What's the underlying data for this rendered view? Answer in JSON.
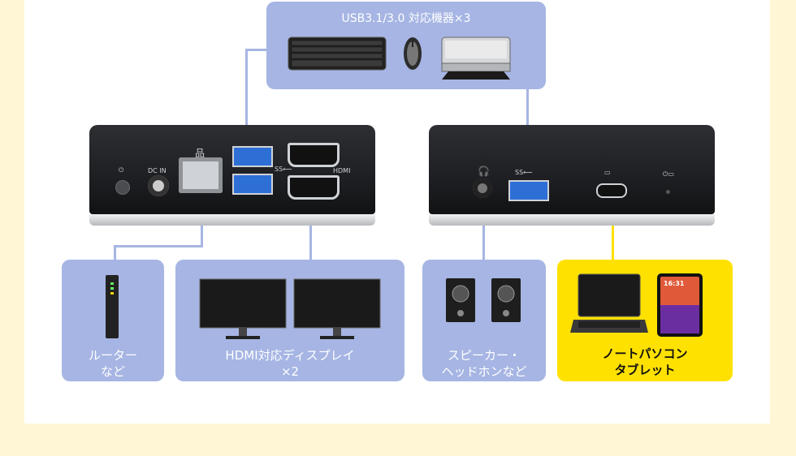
{
  "top_box": {
    "title": "USB3.1/3.0 対応機器×3"
  },
  "left_device": {
    "dc_in_label": "DC IN",
    "hdmi_label": "HDMI"
  },
  "bottom_boxes": {
    "router": {
      "line1": "ルーター",
      "line2": "など"
    },
    "hdmi_display": {
      "line1": "HDMI対応ディスプレイ",
      "line2": "×2"
    },
    "speaker": {
      "line1": "スピーカー・",
      "line2": "ヘッドホンなど"
    },
    "laptop": {
      "line1": "ノートパソコン",
      "line2": "タブレット"
    }
  },
  "tablet_clock": "16:31",
  "colors": {
    "box_blue": "#a6b5e3",
    "box_yellow": "#ffe100",
    "background": "#fff6d6"
  }
}
